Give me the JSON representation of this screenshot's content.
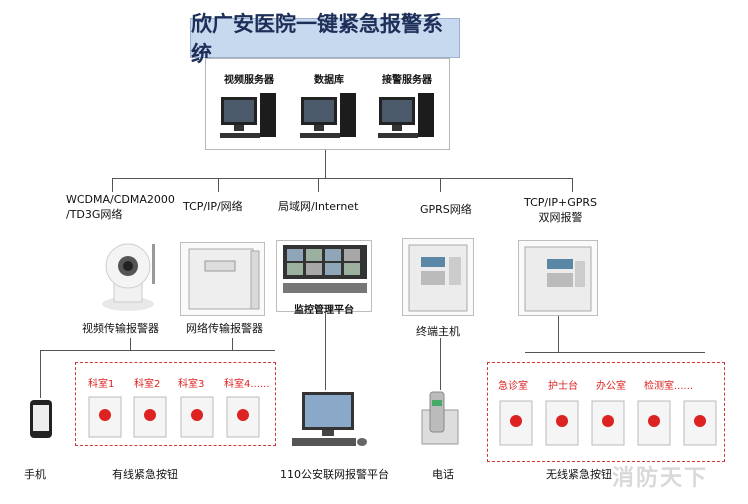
{
  "title": "欣广安医院一键紧急报警系统",
  "servers": [
    "视频服务器",
    "数据库",
    "接警服务器"
  ],
  "networks": [
    {
      "lines": [
        "WCDMA/CDMA2000",
        "/TD3G网络"
      ]
    },
    {
      "lines": [
        "TCP/IP/网络"
      ]
    },
    {
      "lines": [
        "局域网/Internet"
      ]
    },
    {
      "lines": [
        "GPRS网络"
      ]
    },
    {
      "lines": [
        "TCP/IP+GPRS",
        "双网报警"
      ]
    }
  ],
  "devices": {
    "video_alarm": "视频传输报警器",
    "network_alarm": "网络传输报警器",
    "monitor_platform": "监控管理平台",
    "terminal_host": "终端主机"
  },
  "wired_buttons": [
    "科室1",
    "科室2",
    "科室3",
    "科室4......"
  ],
  "wireless_buttons": [
    "急诊室",
    "护士台",
    "办公室",
    "检测室......"
  ],
  "bottom": {
    "phone": "手机",
    "wired": "有线紧急按钮",
    "police": "110公安联网报警平台",
    "telephone": "电话",
    "wireless": "无线紧急按钮"
  },
  "watermark": "消防天下",
  "colors": {
    "dashed_border": "#d23a3a",
    "button_label": "#dd2222",
    "title_bg": "#c7d9ee"
  }
}
